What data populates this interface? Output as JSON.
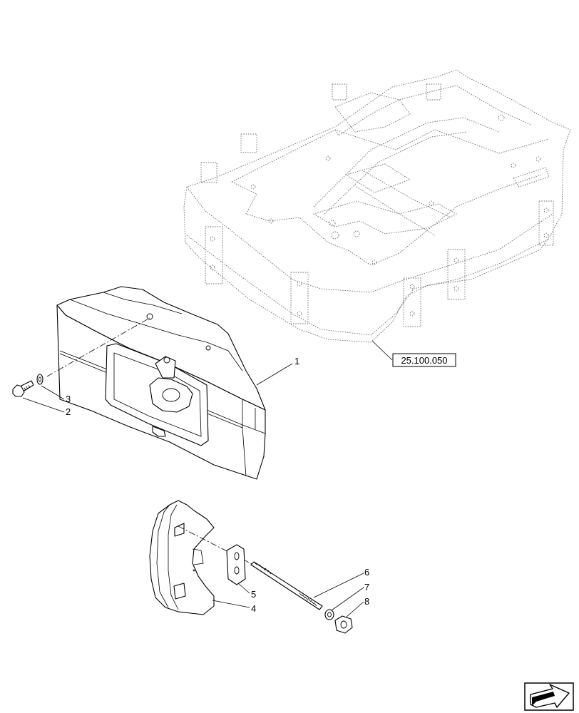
{
  "callouts": {
    "c1": "1",
    "c2": "2",
    "c3": "3",
    "c4": "4",
    "c5": "5",
    "c6": "6",
    "c7": "7",
    "c8": "8"
  },
  "reference": "25.100.050",
  "nav_icon": "next-page-arrow-icon"
}
